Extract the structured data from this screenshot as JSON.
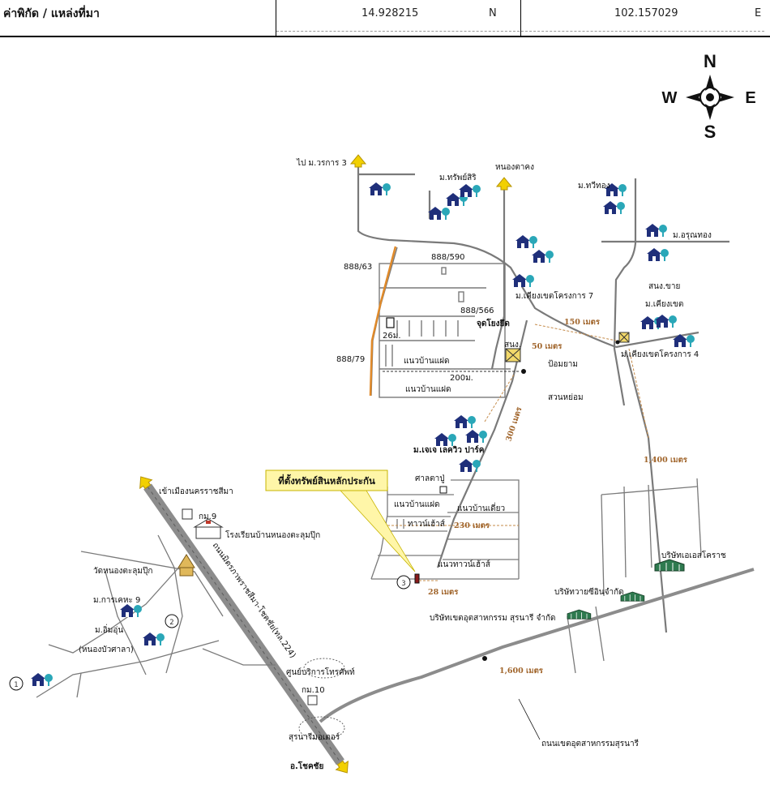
{
  "header": {
    "label": "ค่าพิกัด / แหล่งที่มา",
    "latitude": "14.928215",
    "lat_dir": "N",
    "longitude": "102.157029",
    "lon_dir": "E"
  },
  "compass": {
    "n": "N",
    "s": "S",
    "w": "W",
    "e": "E"
  },
  "labels": {
    "to_worakarn": "ไป ม.วรการ 3",
    "sapsiri": "ม.ทรัพย์สิริ",
    "nong_tako": "หนองตาคง",
    "thawithong": "ม.ทวีทอง",
    "arunthong": "ม.อรุณทอง",
    "p888_590": "888/590",
    "p888_63": "888/63",
    "p888_566": "888/566",
    "p888_79": "888/79",
    "kiangkhet7": "ม.เคียงเขตโครงการ 7",
    "snong_khai": "สนง.ขาย",
    "kiangkhet": "ม.เคียงเขต",
    "kiangkhet4": "ม.เคียงเขตโครงการ 4",
    "jud_yong": "จุดโยงยึด",
    "m26": "26ม.",
    "naew_1": "แนวบ้านแฝด",
    "naew_2": "แนวบ้านแฝด",
    "m200": "200ม.",
    "snong": "สนง.",
    "pom": "ป้อมยาม",
    "suan": "สวนหย่อม",
    "jj": "ม.เจเจ เลควิว ปาร์ค",
    "callout": "ที่ตั้งทรัพย์สินหลักประกัน",
    "sala": "ศาลตาปู่",
    "naew_3": "แนวบ้านแฝด",
    "naew_single": "แนวบ้านเดี่ยว",
    "townhouse_1": "ทาวน์เฮ้าส์",
    "townhouse_2": "แนวทาวน์เฮ้าส์",
    "to_city": "เข้าเมืองนครราชสีมา",
    "km9": "กม.9",
    "school": "โรงเรียนบ้านหนองตะลุมปุ๊ก",
    "temple": "วัดหนองตะลุมปุ๊ก",
    "karnkheha": "ม.การเคหะ 9",
    "imun": "ม.อิ่มอุ่น",
    "imun_sub": "(หนองบัวศาลา)",
    "road": "ถนนมิตรภาพราชสีมา-โชคชัย(ทล.224)",
    "call_center": "ศูนย์บริการโทรศัพท์",
    "km10": "กม.10",
    "motor": "สุรนารีมอเตอร์",
    "chokchai": "อ.โชคชัย",
    "sj": "บริษัทเอเอสโคราช",
    "siam": "บริษัทวายซีอินจำกัด",
    "ind": "บริษัทเขตอุตสาหกรรม สุรนารี จำกัด",
    "ind_road": "ถนนเขตอุตสาหกรรมสุรนารี"
  },
  "distances": {
    "d150": "150 เมตร",
    "d50": "50 เมตร",
    "d300": "300 เมตร",
    "d1400": "1,400 เมตร",
    "d230": "230 เมตร",
    "d28": "28 เมตร",
    "d1600": "1,600 เมตร"
  },
  "markers": {
    "m1": "1",
    "m2": "2",
    "m3": "3"
  },
  "colors": {
    "road": "#7a7a7a",
    "highway": "#8c8c8c",
    "house": "#1f2f7a",
    "tree": "#2aa7b8",
    "arrow": "#f2d000",
    "distance": "#a0642a",
    "callout": "#fff6a8"
  },
  "icons": [
    "compass-rose-icon",
    "house-icon",
    "factory-icon",
    "school-icon",
    "temple-icon",
    "office-icon"
  ]
}
